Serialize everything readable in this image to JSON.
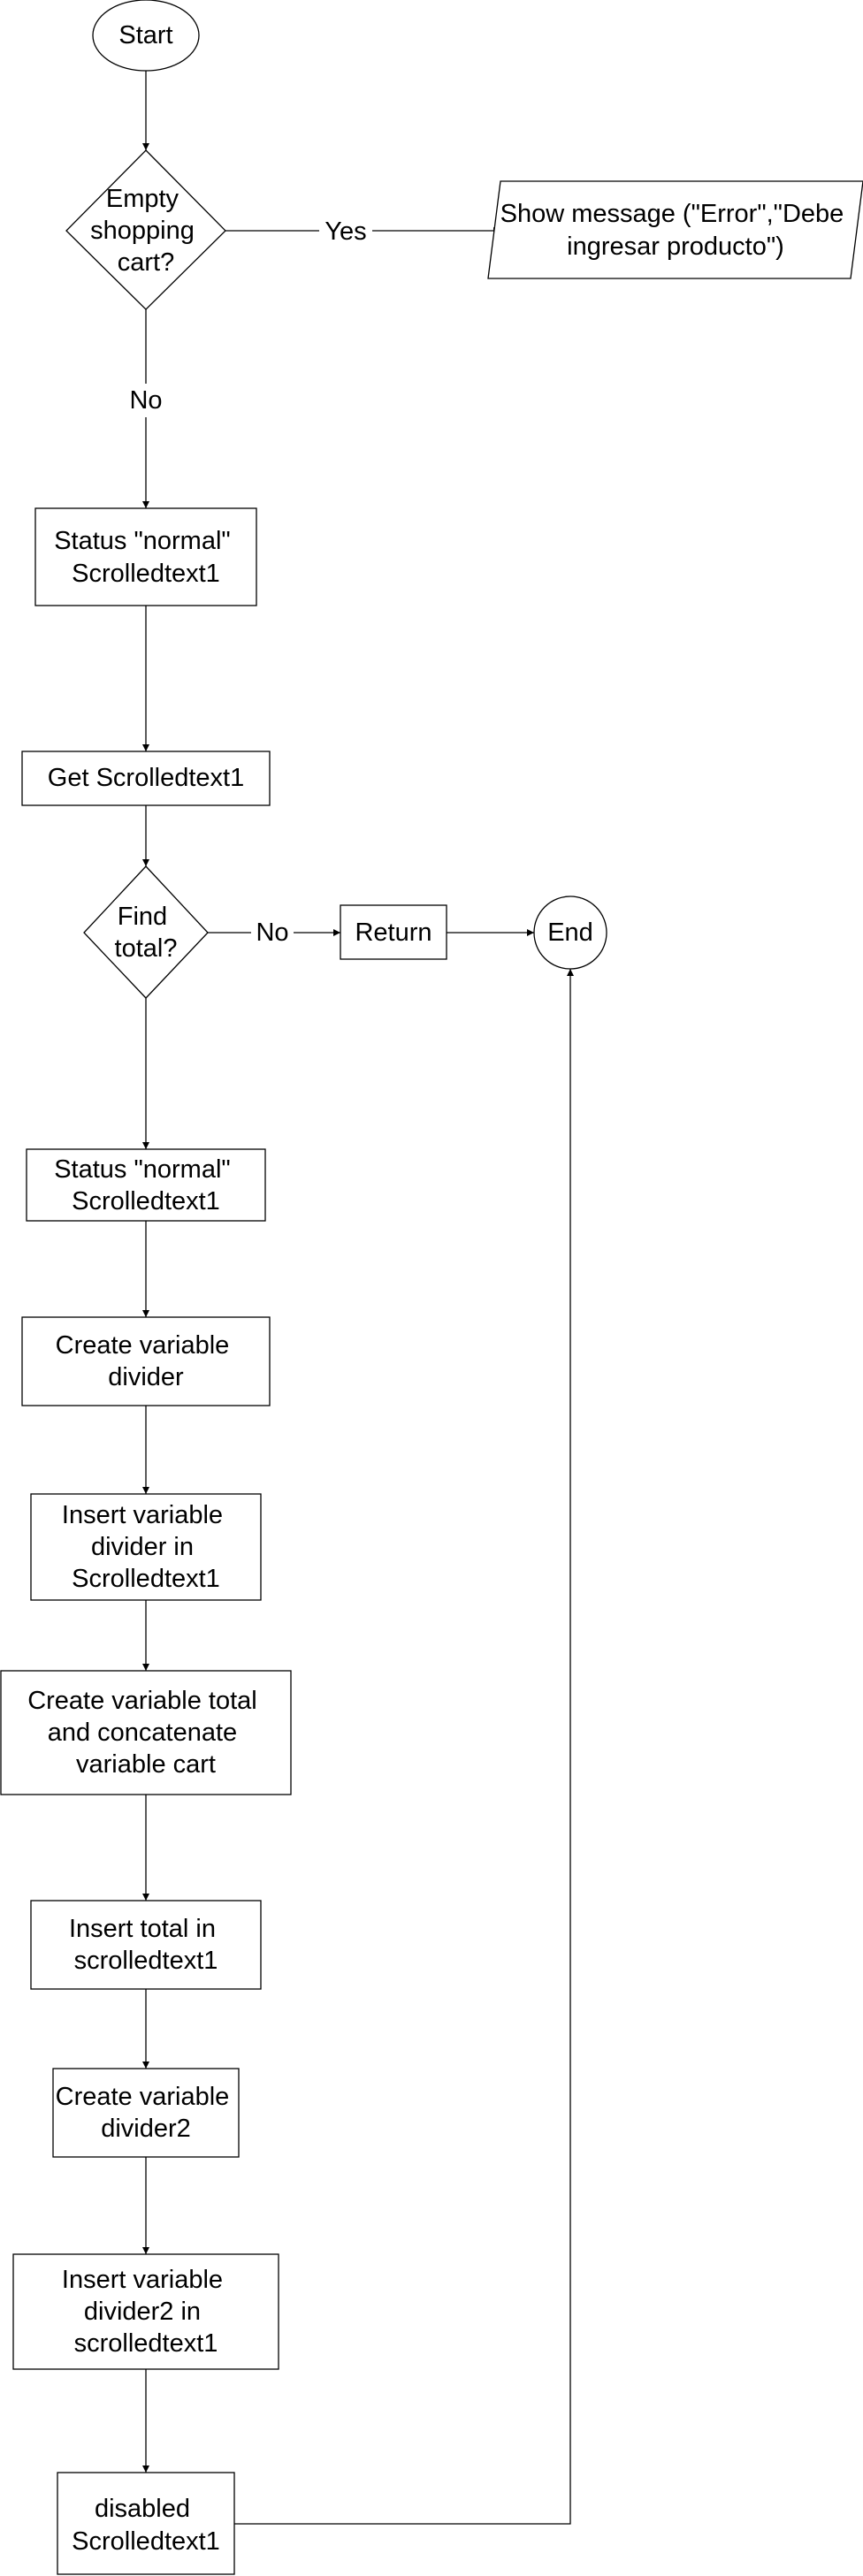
{
  "nodes": {
    "start": [
      "Start"
    ],
    "empty_cart": [
      "Empty",
      "shopping",
      "cart?"
    ],
    "show_message": [
      "Show message (\"Error\",\"Debe",
      "ingresar producto\")"
    ],
    "status_normal_1": [
      "Status \"normal\"",
      "Scrolledtext1"
    ],
    "get_scrolledtext": [
      "Get Scrolledtext1"
    ],
    "find_total": [
      "Find",
      "total?"
    ],
    "return": [
      "Return"
    ],
    "end": [
      "End"
    ],
    "status_normal_2": [
      "Status \"normal\"",
      "Scrolledtext1"
    ],
    "create_divider": [
      "Create variable",
      "divider"
    ],
    "insert_divider": [
      "Insert variable",
      "divider in",
      "Scrolledtext1"
    ],
    "create_total": [
      "Create variable total",
      "and concatenate",
      "variable cart"
    ],
    "insert_total": [
      "Insert total in",
      "scrolledtext1"
    ],
    "create_divider2": [
      "Create variable",
      "divider2"
    ],
    "insert_divider2": [
      "Insert variable",
      "divider2 in",
      "scrolledtext1"
    ],
    "disabled": [
      "disabled",
      "Scrolledtext1"
    ]
  },
  "edge_labels": {
    "empty_yes": "Yes",
    "empty_no": "No",
    "find_no": "No"
  }
}
